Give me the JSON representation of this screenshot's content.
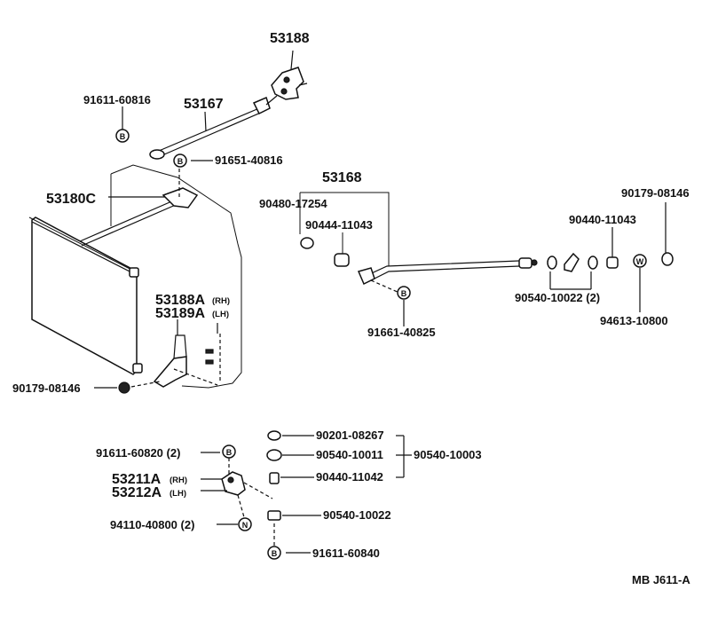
{
  "callouts": {
    "p53188": "53188",
    "p53167": "53167",
    "p91611_60816": "91611-60816",
    "p91651_40816": "91651-40816",
    "p53180C": "53180C",
    "p53168": "53168",
    "p90480_17254": "90480-17254",
    "p90444_11043": "90444-11043",
    "p90179_08146_r": "90179-08146",
    "p90440_11043": "90440-11043",
    "p90540_10022_2": "90540-10022 (2)",
    "p94613_10800": "94613-10800",
    "p91661_40825": "91661-40825",
    "p53188A": "53188A",
    "p53188A_side": "(RH)",
    "p53189A": "53189A",
    "p53189A_side": "(LH)",
    "p90179_08146_l": "90179-08146",
    "p90201_08267": "90201-08267",
    "p90540_10011": "90540-10011",
    "p90540_10003": "90540-10003",
    "p90440_11042": "90440-11042",
    "p90540_10022": "90540-10022",
    "p91611_60840": "91611-60840",
    "p91611_60820_2": "91611-60820 (2)",
    "p53211A": "53211A",
    "p53211A_side": "(RH)",
    "p53212A": "53212A",
    "p53212A_side": "(LH)",
    "p94110_40800_2": "94110-40800 (2)"
  },
  "markers": {
    "b": "B",
    "n": "N",
    "w": "W"
  },
  "diagram_code": "MB  J611-A"
}
